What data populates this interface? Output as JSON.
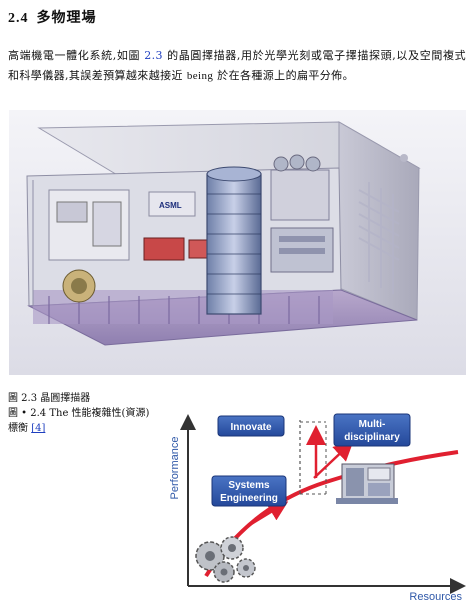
{
  "section": {
    "number": "2.4",
    "title": "多物理場"
  },
  "paragraph": {
    "part1": "高端機電一體化系統,如圖",
    "ref": "2.3",
    "part2": "的晶圓擇描器,用於光學光刻或電子擇描探頭,以及空間複式和科學儀器,其誤差預算越來越接近",
    "latin": "being",
    "part3": "於在各種源上的扁平分佈。"
  },
  "figure1": {
    "logo": "ASML"
  },
  "captions": {
    "fig23": "圖 2.3 晶圓擇描器",
    "fig24": "圖 • 2.4 The 性能複雜性(資源)",
    "source_prefix": "標衡",
    "source_ref": "[4]"
  },
  "chart_data": {
    "type": "line",
    "xlabel": "Resources",
    "ylabel": "Performance",
    "annotations": [
      "Innovate",
      "Multi-disciplinary",
      "Systems Engineering"
    ],
    "colors": {
      "curve": "#e02030",
      "box": "#2f58a8",
      "axis": "#333333",
      "label": "#2f58a8"
    }
  }
}
